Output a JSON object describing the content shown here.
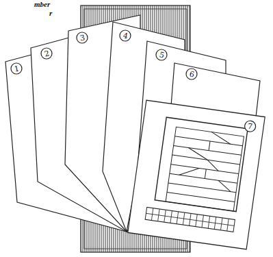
{
  "diagram": {
    "labels": [
      "mber",
      "r",
      "1",
      "2",
      "3",
      "4",
      "5",
      "6",
      "7"
    ]
  }
}
